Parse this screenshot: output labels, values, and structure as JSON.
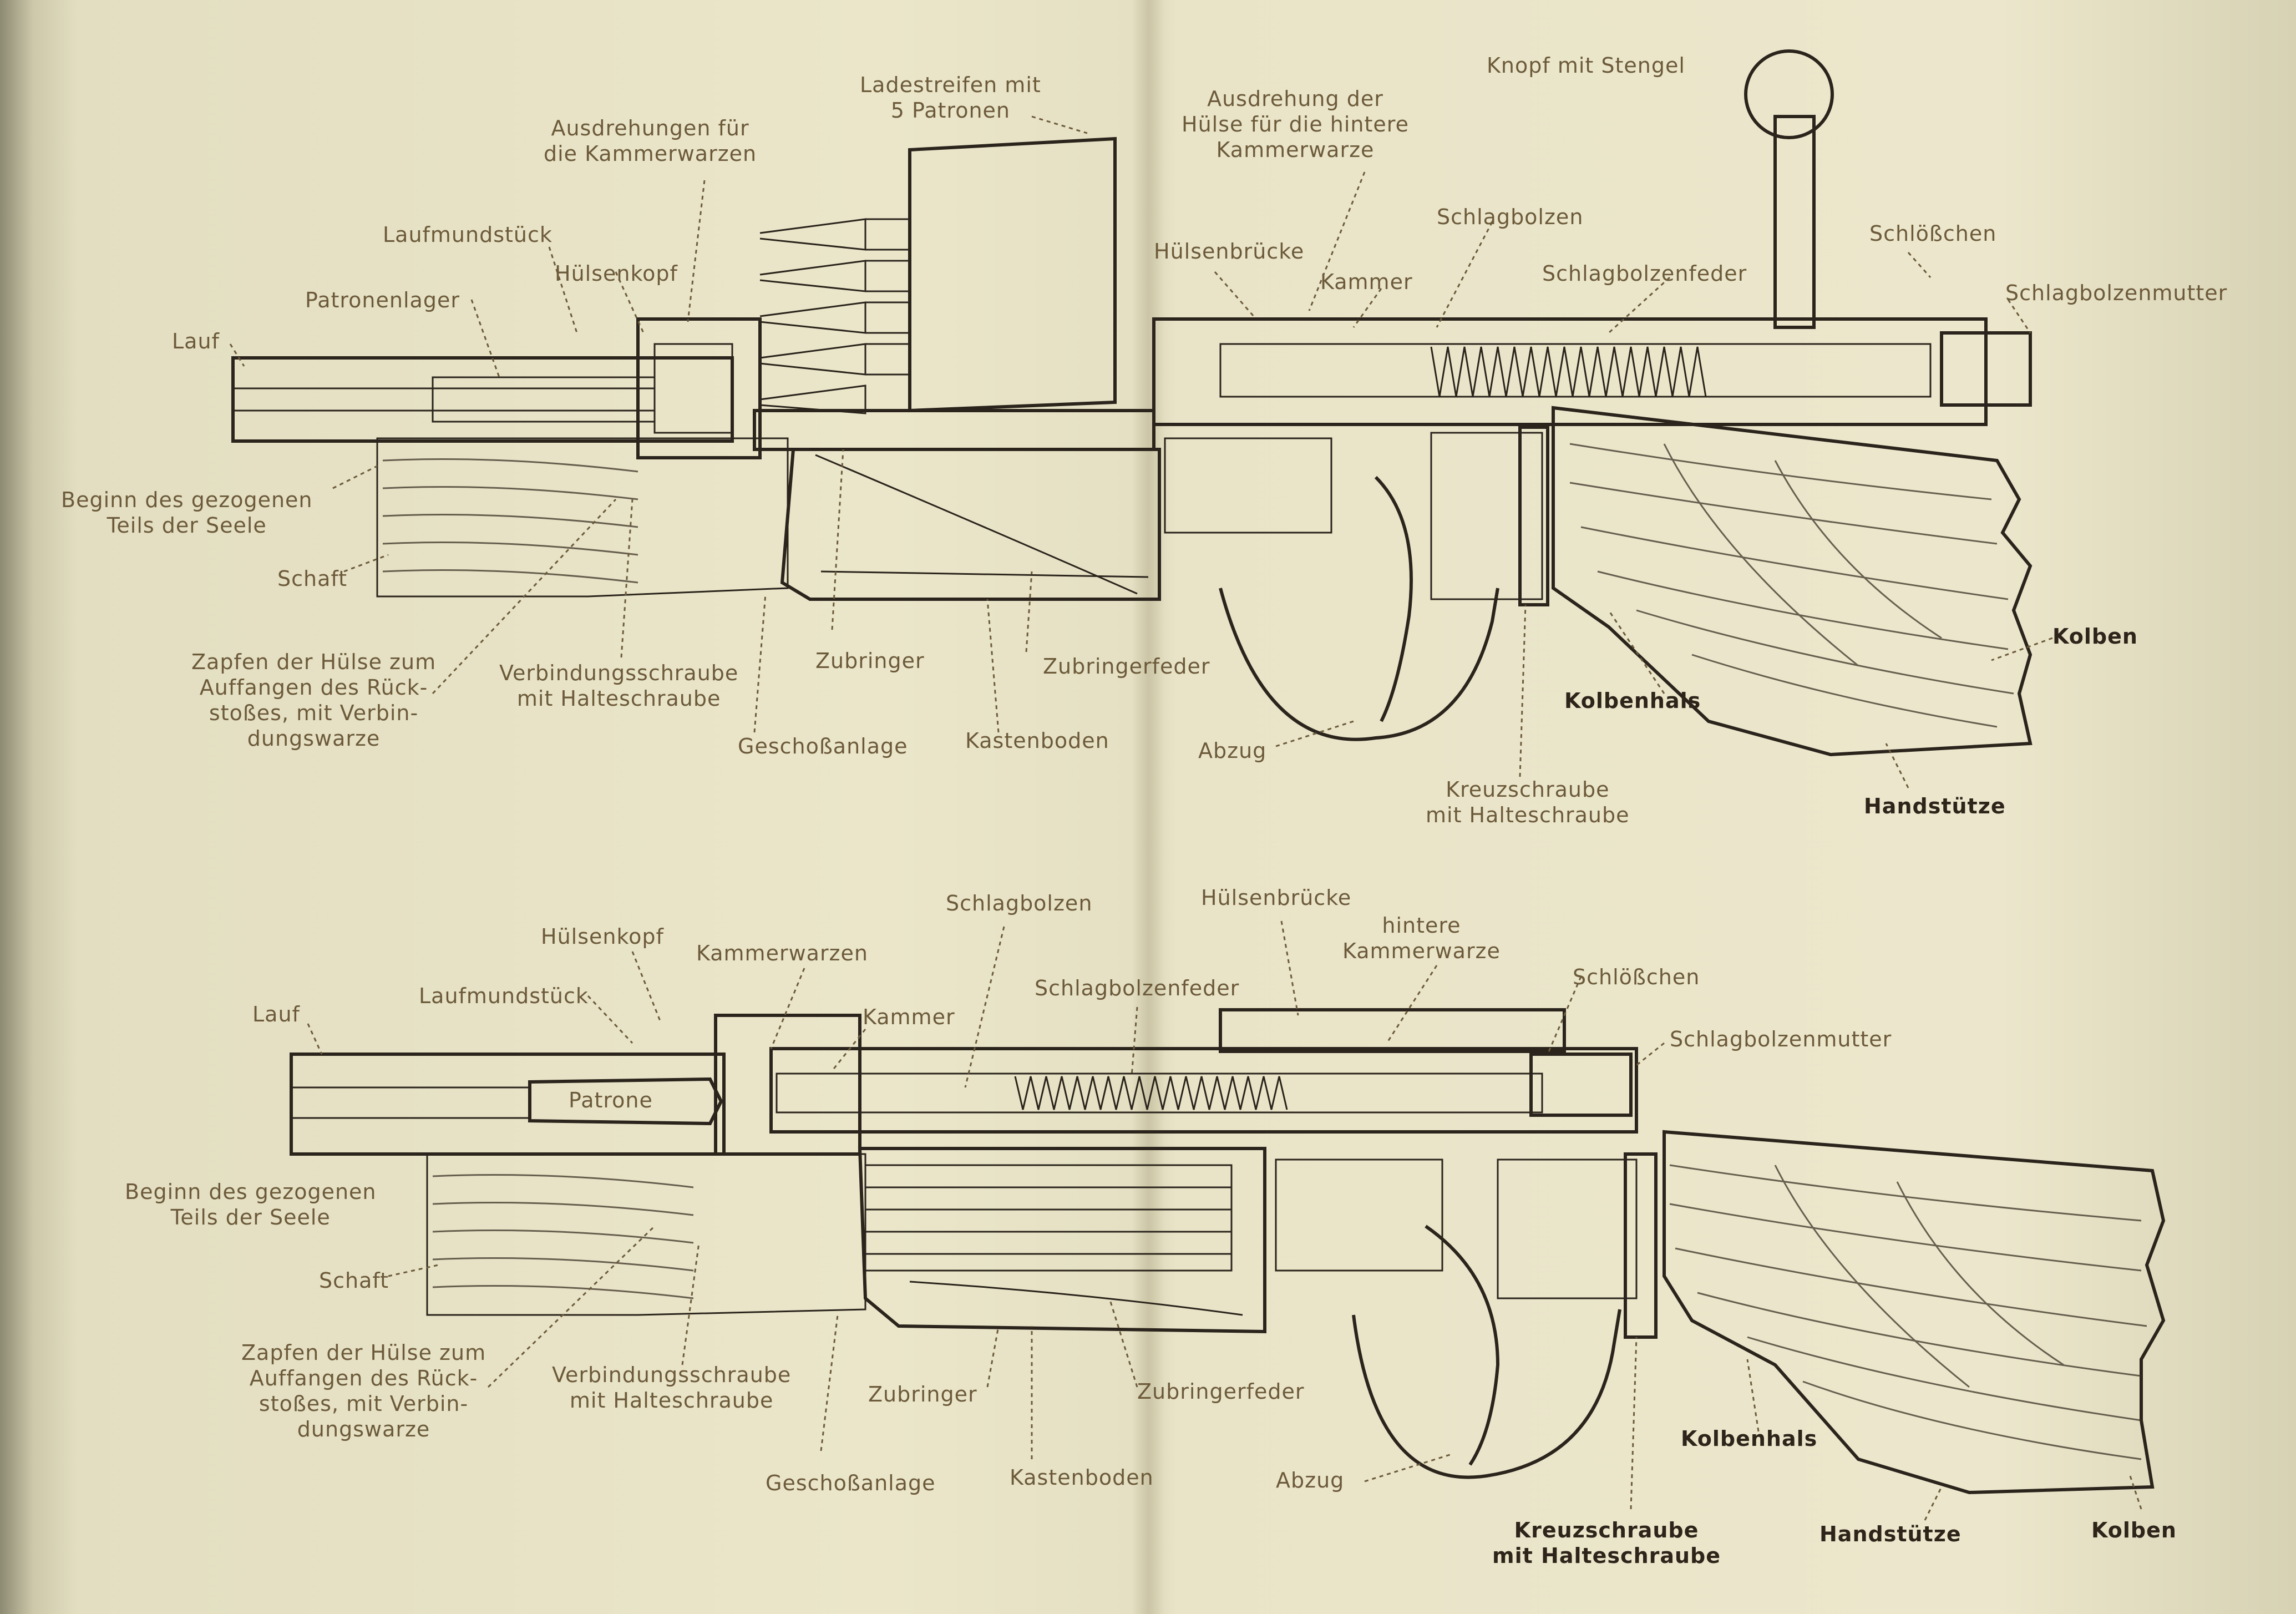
{
  "top_diagram": {
    "labels": {
      "lauf": "Lauf",
      "patronenlager": "Patronenlager",
      "laufmundstueck": "Laufmundstück",
      "huelsenkopf": "Hülsenkopf",
      "ausdrehungen": "Ausdrehungen für\ndie Kammerwarzen",
      "ladestreifen": "Ladestreifen mit\n5 Patronen",
      "ausdrehung_huelse": "Ausdrehung der\nHülse für die hintere\nKammerwarze",
      "knopf": "Knopf mit Stengel",
      "huelsenbruecke": "Hülsenbrücke",
      "kammer": "Kammer",
      "schlagbolzen": "Schlagbolzen",
      "schlagbolzenfeder": "Schlagbolzenfeder",
      "schloesschen": "Schlößchen",
      "schlagbolzenmutter": "Schlagbolzenmutter",
      "beginn": "Beginn des gezogenen\nTeils der Seele",
      "schaft": "Schaft",
      "zapfen": "Zapfen der Hülse zum\nAuffangen des Rück-\nstoßes, mit Verbin-\ndungswarze",
      "verbindungsschraube": "Verbindungsschraube\nmit Halteschraube",
      "zubringer": "Zubringer",
      "zubringerfeder": "Zubringerfeder",
      "geschossanlage": "Geschoßanlage",
      "kastenboden": "Kastenboden",
      "abzug": "Abzug",
      "kreuzschraube": "Kreuzschraube\nmit Halteschraube",
      "kolbenhals": "Kolbenhals",
      "kolben": "Kolben",
      "handstuetze": "Handstütze"
    }
  },
  "bottom_diagram": {
    "labels": {
      "lauf": "Lauf",
      "laufmundstueck": "Laufmundstück",
      "huelsenkopf": "Hülsenkopf",
      "kammerwarzen": "Kammerwarzen",
      "patrone": "Patrone",
      "kammer": "Kammer",
      "schlagbolzen": "Schlagbolzen",
      "schlagbolzenfeder": "Schlagbolzenfeder",
      "huelsenbruecke": "Hülsenbrücke",
      "hintere_kammerwarze": "hintere\nKammerwarze",
      "schloesschen": "Schlößchen",
      "schlagbolzenmutter": "Schlagbolzenmutter",
      "beginn": "Beginn des gezogenen\nTeils der Seele",
      "schaft": "Schaft",
      "zapfen": "Zapfen der Hülse zum\nAuffangen des Rück-\nstoßes, mit Verbin-\ndungswarze",
      "verbindungsschraube": "Verbindungsschraube\nmit Halteschraube",
      "zubringer": "Zubringer",
      "zubringerfeder": "Zubringerfeder",
      "geschossanlage": "Geschoßanlage",
      "kastenboden": "Kastenboden",
      "abzug": "Abzug",
      "kreuzschraube": "Kreuzschraube\nmit Halteschraube",
      "kolbenhals": "Kolbenhals",
      "handstuetze": "Handstütze",
      "kolben": "Kolben"
    }
  },
  "colors": {
    "paper": "#e9e4c8",
    "ink": "#2a241c",
    "label": "#6c5a3a"
  }
}
